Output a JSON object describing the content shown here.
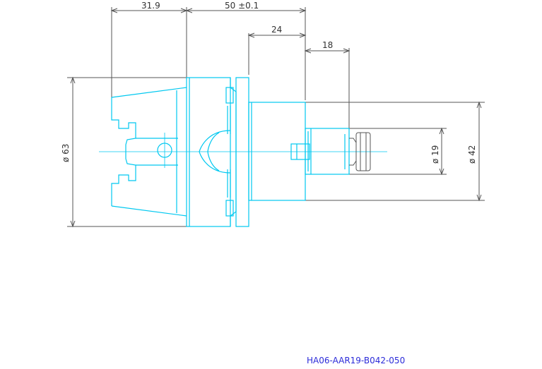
{
  "dimensions": {
    "top_left": "31.9",
    "top_middle": "50 ±0.1",
    "second_row": "24",
    "third_row": "18",
    "left_diameter": "ø 63",
    "right_inner_diameter": "ø 19",
    "right_outer_diameter": "ø 42"
  },
  "part_number": "HA06-AAR19-B042-050",
  "colors": {
    "part_outline": "#00c8f0",
    "dimension_lines": "#555555",
    "part_number_text": "#2b2bd9"
  }
}
